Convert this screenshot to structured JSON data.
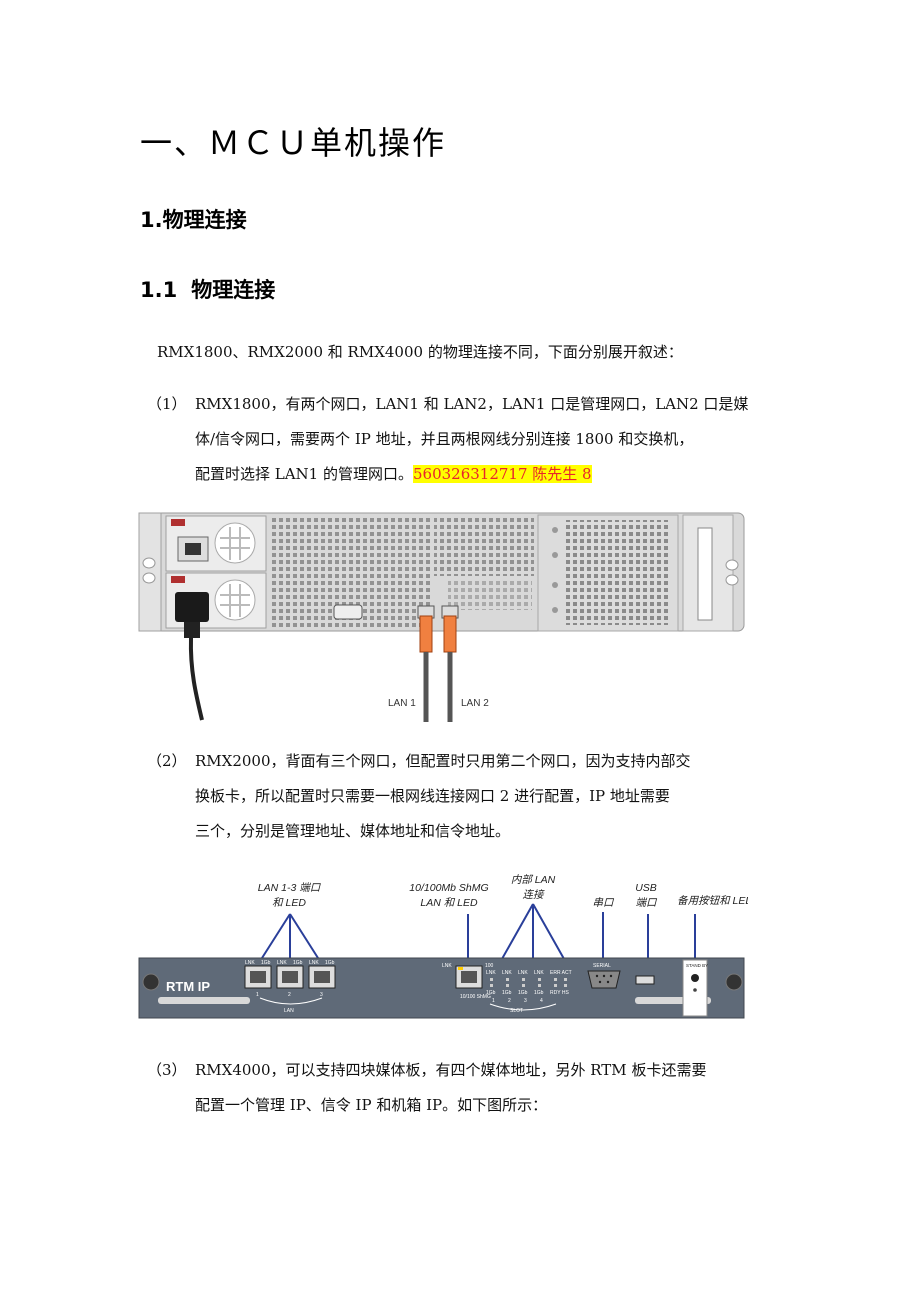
{
  "heading1": "一、ＭＣＵ单机操作",
  "heading2": "1.物理连接",
  "heading3": {
    "number": "1.1",
    "text": "物理连接"
  },
  "intro": "RMX1800、RMX2000 和 RMX4000 的物理连接不同，下面分别展开叙述：",
  "items": [
    {
      "num": "（1）",
      "lines": [
        "RMX1800，有两个网口，LAN1 和 LAN2，LAN1 口是管理网口，LAN2 口是媒",
        "体/信令网口，需要两个 IP 地址，并且两根网线分别连接 1800 和交换机，",
        "配置时选择 LAN1 的管理网口。"
      ],
      "highlight": "560326312717 陈先生   8"
    },
    {
      "num": "（2）",
      "lines": [
        "RMX2000，背面有三个网口，但配置时只用第二个网口，因为支持内部交",
        "换板卡，所以配置时只需要一根网线连接网口 2 进行配置，IP 地址需要",
        "三个，分别是管理地址、媒体地址和信令地址。"
      ]
    },
    {
      "num": "（3）",
      "lines": [
        "RMX4000，可以支持四块媒体板，有四个媒体地址，另外 RTM 板卡还需要",
        "配置一个管理 IP、信令 IP 和机箱 IP。如下图所示："
      ]
    }
  ],
  "figure1": {
    "lan1": "LAN 1",
    "lan2": "LAN 2"
  },
  "figure2": {
    "callout_lan": [
      "LAN 1-3 端口",
      "和 LED"
    ],
    "callout_shmg": [
      "10/100Mb ShMG",
      "LAN 和 LED"
    ],
    "callout_internal": [
      "内部 LAN",
      "连接"
    ],
    "callout_serial": "串口",
    "callout_usb": [
      "USB",
      "端口"
    ],
    "callout_standby": "备用按钮和 LED",
    "panel_name": "RTM IP",
    "lan_label": "LAN",
    "slot_label": "SLOT",
    "shmg_label": "10/100 ShMG",
    "serial_label": "SERIAL",
    "standby_label": "STAND BY",
    "port_nums": [
      "1",
      "2",
      "3"
    ],
    "slot_nums": [
      "1",
      "2",
      "3",
      "4"
    ],
    "lnk": "LNK",
    "gb": "1Gb",
    "err_act": "ERR ACT",
    "rdy_hs": "RDY HS",
    "speed_100": "100"
  }
}
